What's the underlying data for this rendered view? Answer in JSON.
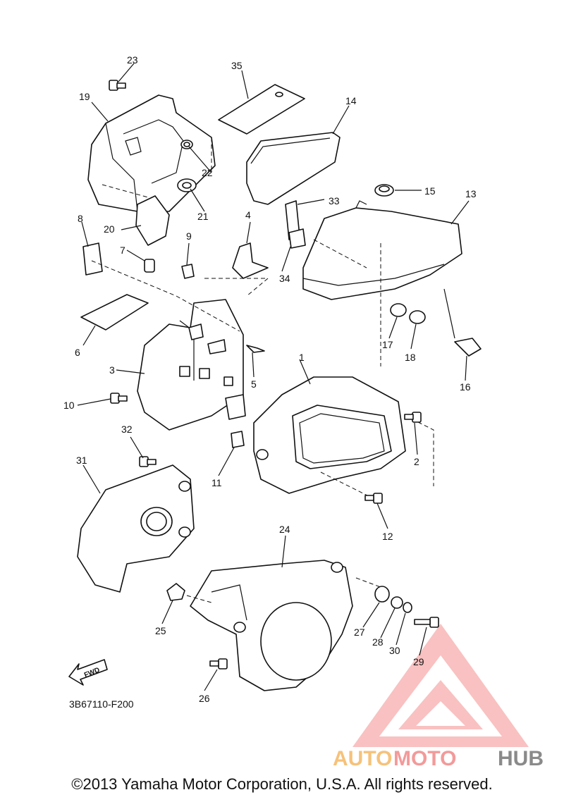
{
  "diagram": {
    "code": "3B67110-F200",
    "fwd_label": "FWD",
    "callouts": [
      "1",
      "2",
      "3",
      "4",
      "5",
      "6",
      "7",
      "8",
      "9",
      "10",
      "11",
      "12",
      "13",
      "14",
      "15",
      "16",
      "17",
      "18",
      "19",
      "20",
      "21",
      "22",
      "23",
      "24",
      "25",
      "26",
      "27",
      "28",
      "29",
      "30",
      "31",
      "32",
      "33",
      "34",
      "35"
    ]
  },
  "watermark": {
    "part1": "AUTO",
    "part2": "MOTO",
    "part3": "HUB"
  },
  "copyright": "©2013 Yamaha Motor Corporation, U.S.A. All rights reserved.",
  "colors": {
    "line": "#111111",
    "watermark_red": "#f39a9a",
    "watermark_orange": "#f6c27a",
    "watermark_gray": "#8a8a8a"
  }
}
